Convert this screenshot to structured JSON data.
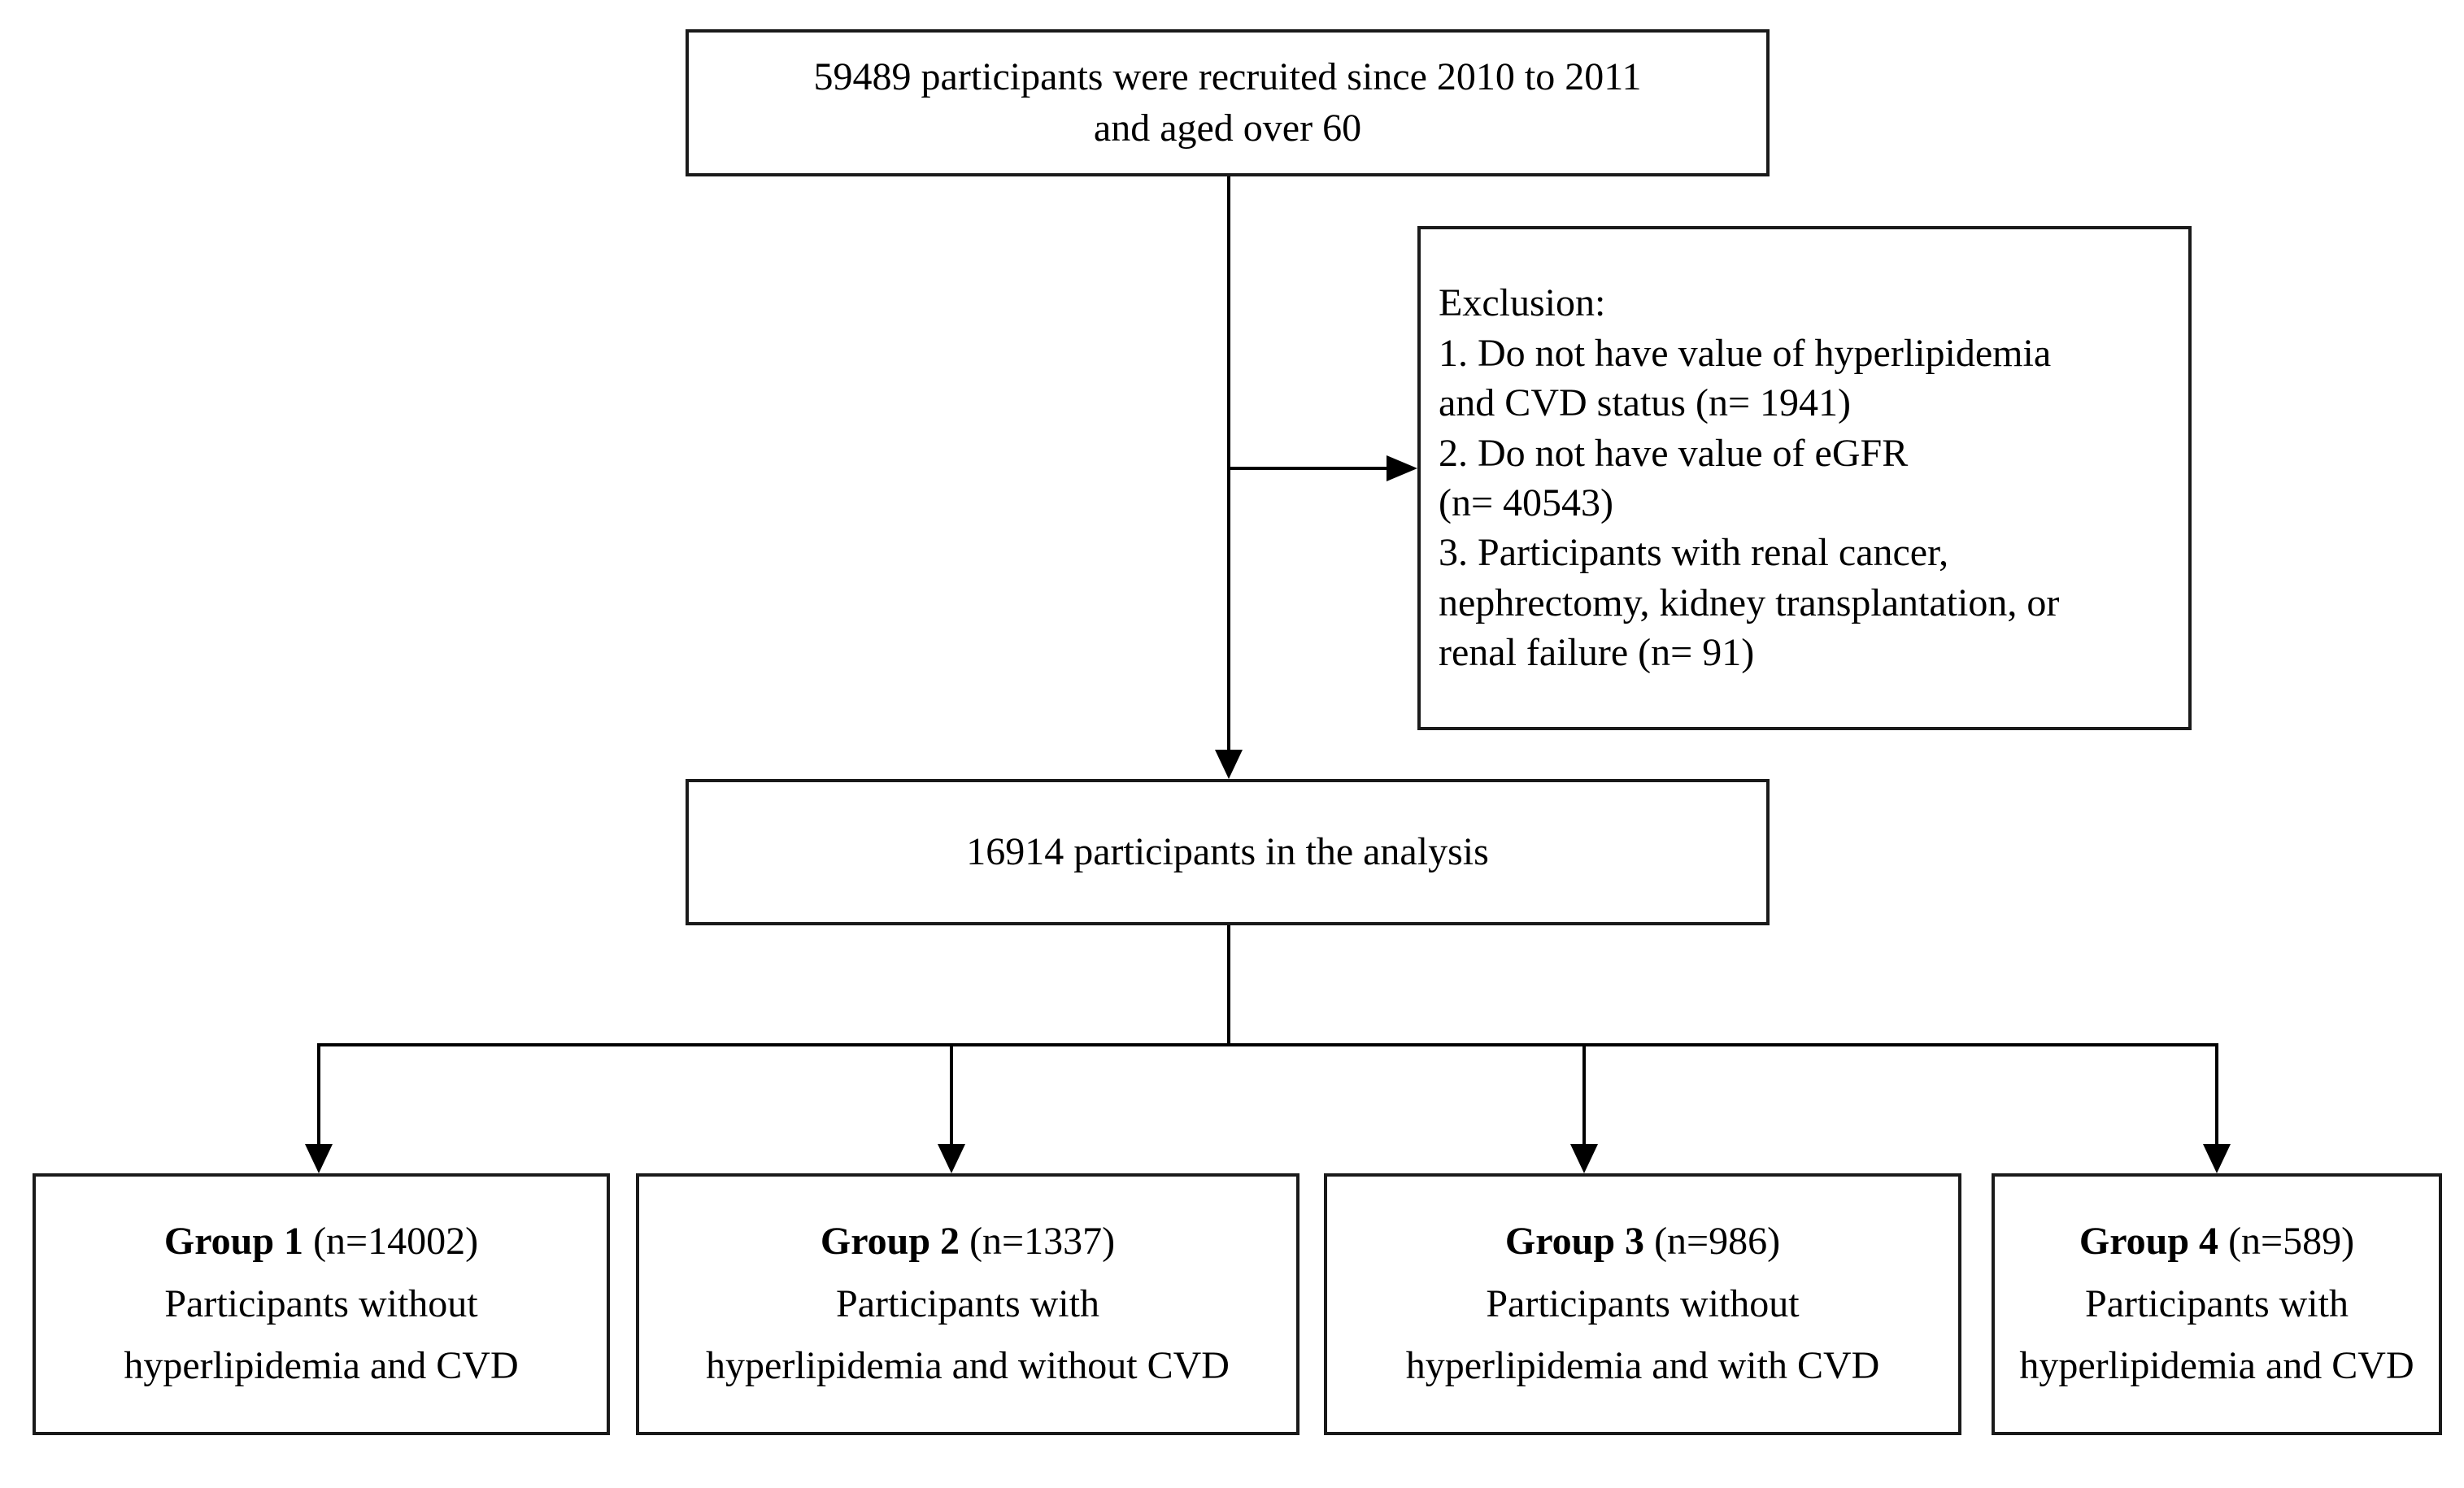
{
  "flowchart": {
    "colors": {
      "background": "#ffffff",
      "box_border": "#1a1a1a",
      "connector": "#000000",
      "text": "#000000"
    },
    "recruitment_box": {
      "line1": "59489 participants were recruited since 2010 to 2011",
      "line2": "and aged over 60"
    },
    "exclusion_box": {
      "line1": "Exclusion:",
      "line2": "1. Do not have value of hyperlipidemia",
      "line3": "and CVD status (n= 1941)",
      "line4": "2. Do not have value of eGFR",
      "line5": "(n= 40543)",
      "line6": "3. Participants with renal cancer,",
      "line7": "nephrectomy, kidney transplantation, or",
      "line8": "renal failure (n= 91)"
    },
    "analysis_box": {
      "text": "16914 participants in the analysis"
    },
    "groups": [
      {
        "name": "Group 1",
        "count": "(n=14002)",
        "desc1": "Participants without",
        "desc2": "hyperlipidemia and CVD"
      },
      {
        "name": "Group 2",
        "count": "(n=1337)",
        "desc1": "Participants with",
        "desc2": "hyperlipidemia and without CVD"
      },
      {
        "name": "Group 3",
        "count": "(n=986)",
        "desc1": "Participants without",
        "desc2": "hyperlipidemia and with CVD"
      },
      {
        "name": "Group 4",
        "count": "(n=589)",
        "desc1": "Participants with",
        "desc2": "hyperlipidemia and CVD"
      }
    ]
  }
}
